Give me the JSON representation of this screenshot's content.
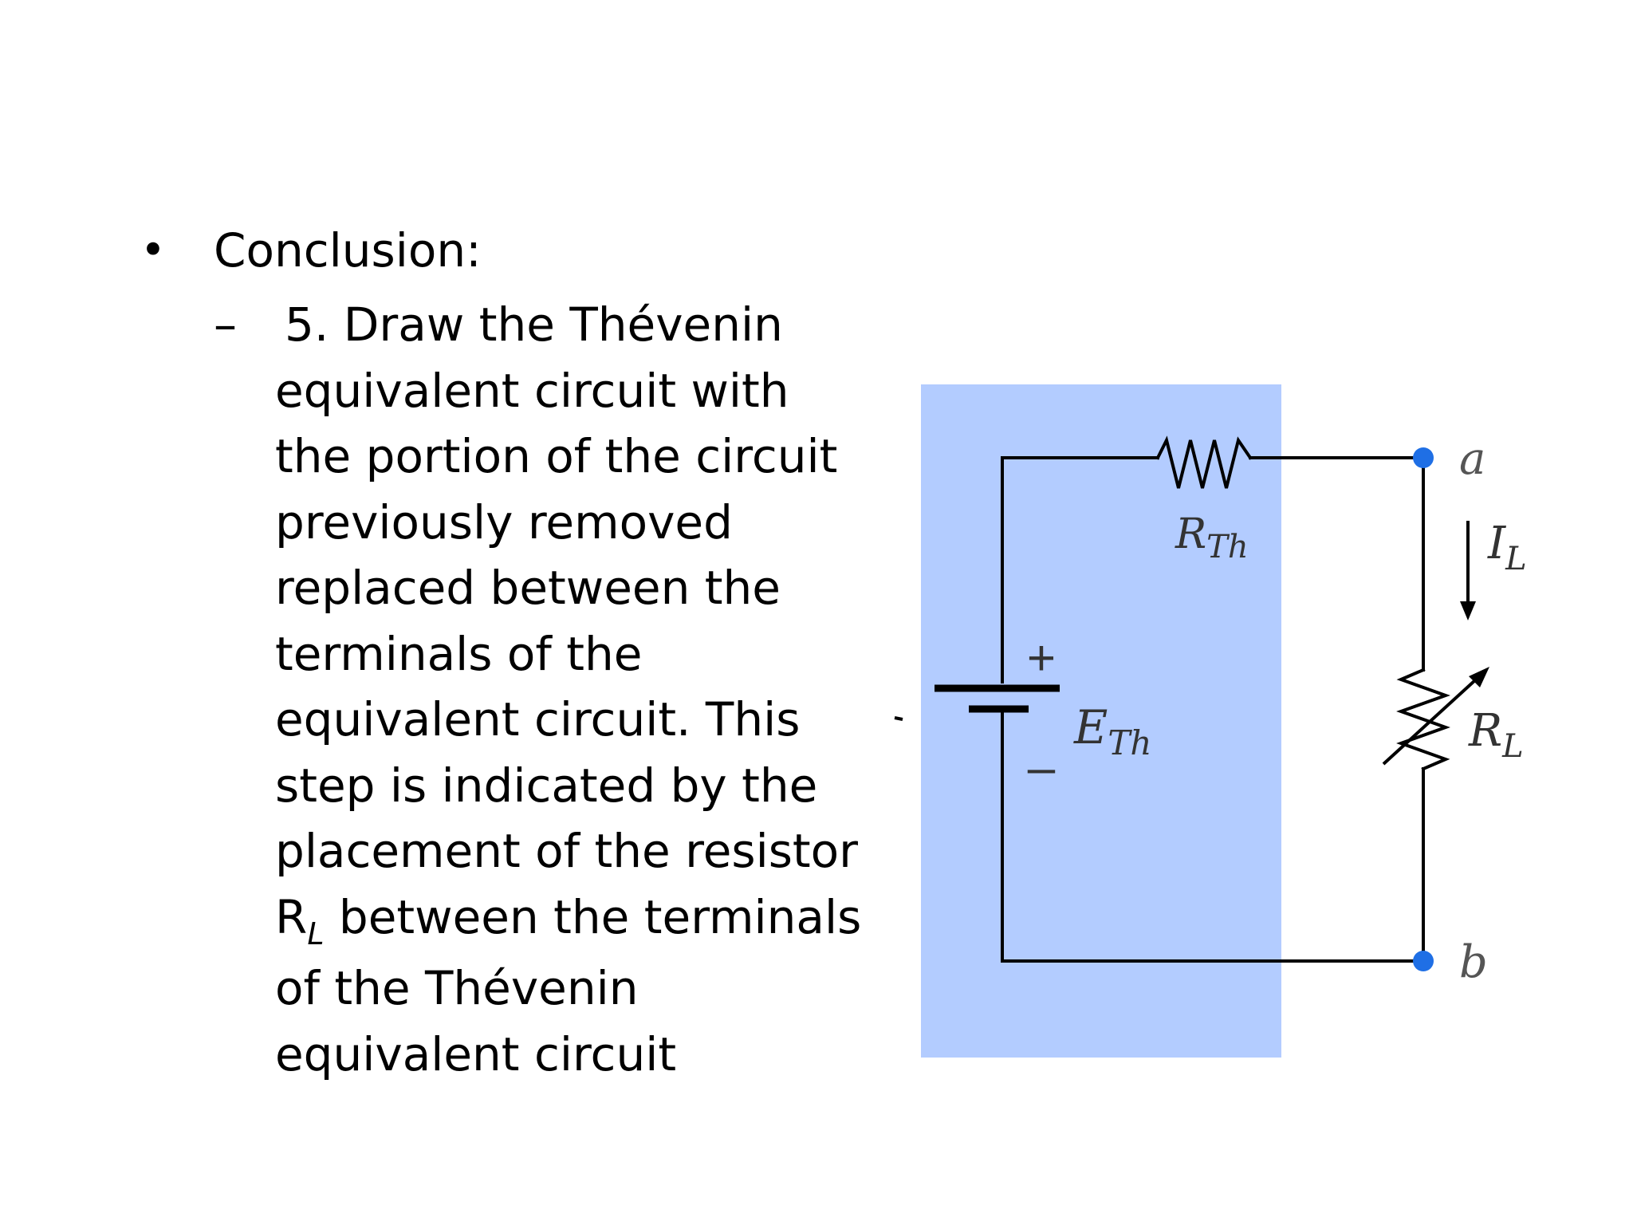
{
  "slide": {
    "bullet": {
      "symbol": "•",
      "text": "Conclusion:"
    },
    "sub_bullet": {
      "symbol": "–",
      "lines": [
        "5.  Draw the Thévenin",
        "equivalent circuit with",
        "the portion of the circuit",
        "previously removed",
        "replaced between the",
        "terminals of the",
        "equivalent circuit.  This",
        "step is indicated by the",
        "placement of the resistor"
      ],
      "rl_line": {
        "r": "R",
        "sub": "L",
        "rest": " between the terminals"
      },
      "tail_lines": [
        "of the Thévenin",
        "equivalent circuit"
      ]
    }
  },
  "circuit": {
    "labels": {
      "rth_main": "R",
      "rth_sub": "Th",
      "eth_main": "E",
      "eth_sub": "Th",
      "plus": "+",
      "minus": "–",
      "terminal_a": "a",
      "terminal_b": "b",
      "il_main": "I",
      "il_sub": "L",
      "rl_main": "R",
      "rl_sub": "L"
    },
    "colors": {
      "box_fill": "#b3ccff",
      "wire": "#000000",
      "terminal_dot": "#1f6fe5",
      "label": "#333333"
    }
  }
}
